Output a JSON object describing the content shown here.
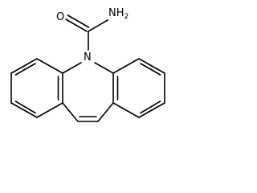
{
  "molecule": {
    "atoms": {
      "ring_nitrogen": "N",
      "amide_nitrogen": "NH",
      "amide_nitrogen_h_count": "2",
      "carbonyl_oxygen": "O"
    },
    "colors": {
      "bond": "#000000",
      "label": "#000000",
      "background": "#ffffff"
    }
  }
}
